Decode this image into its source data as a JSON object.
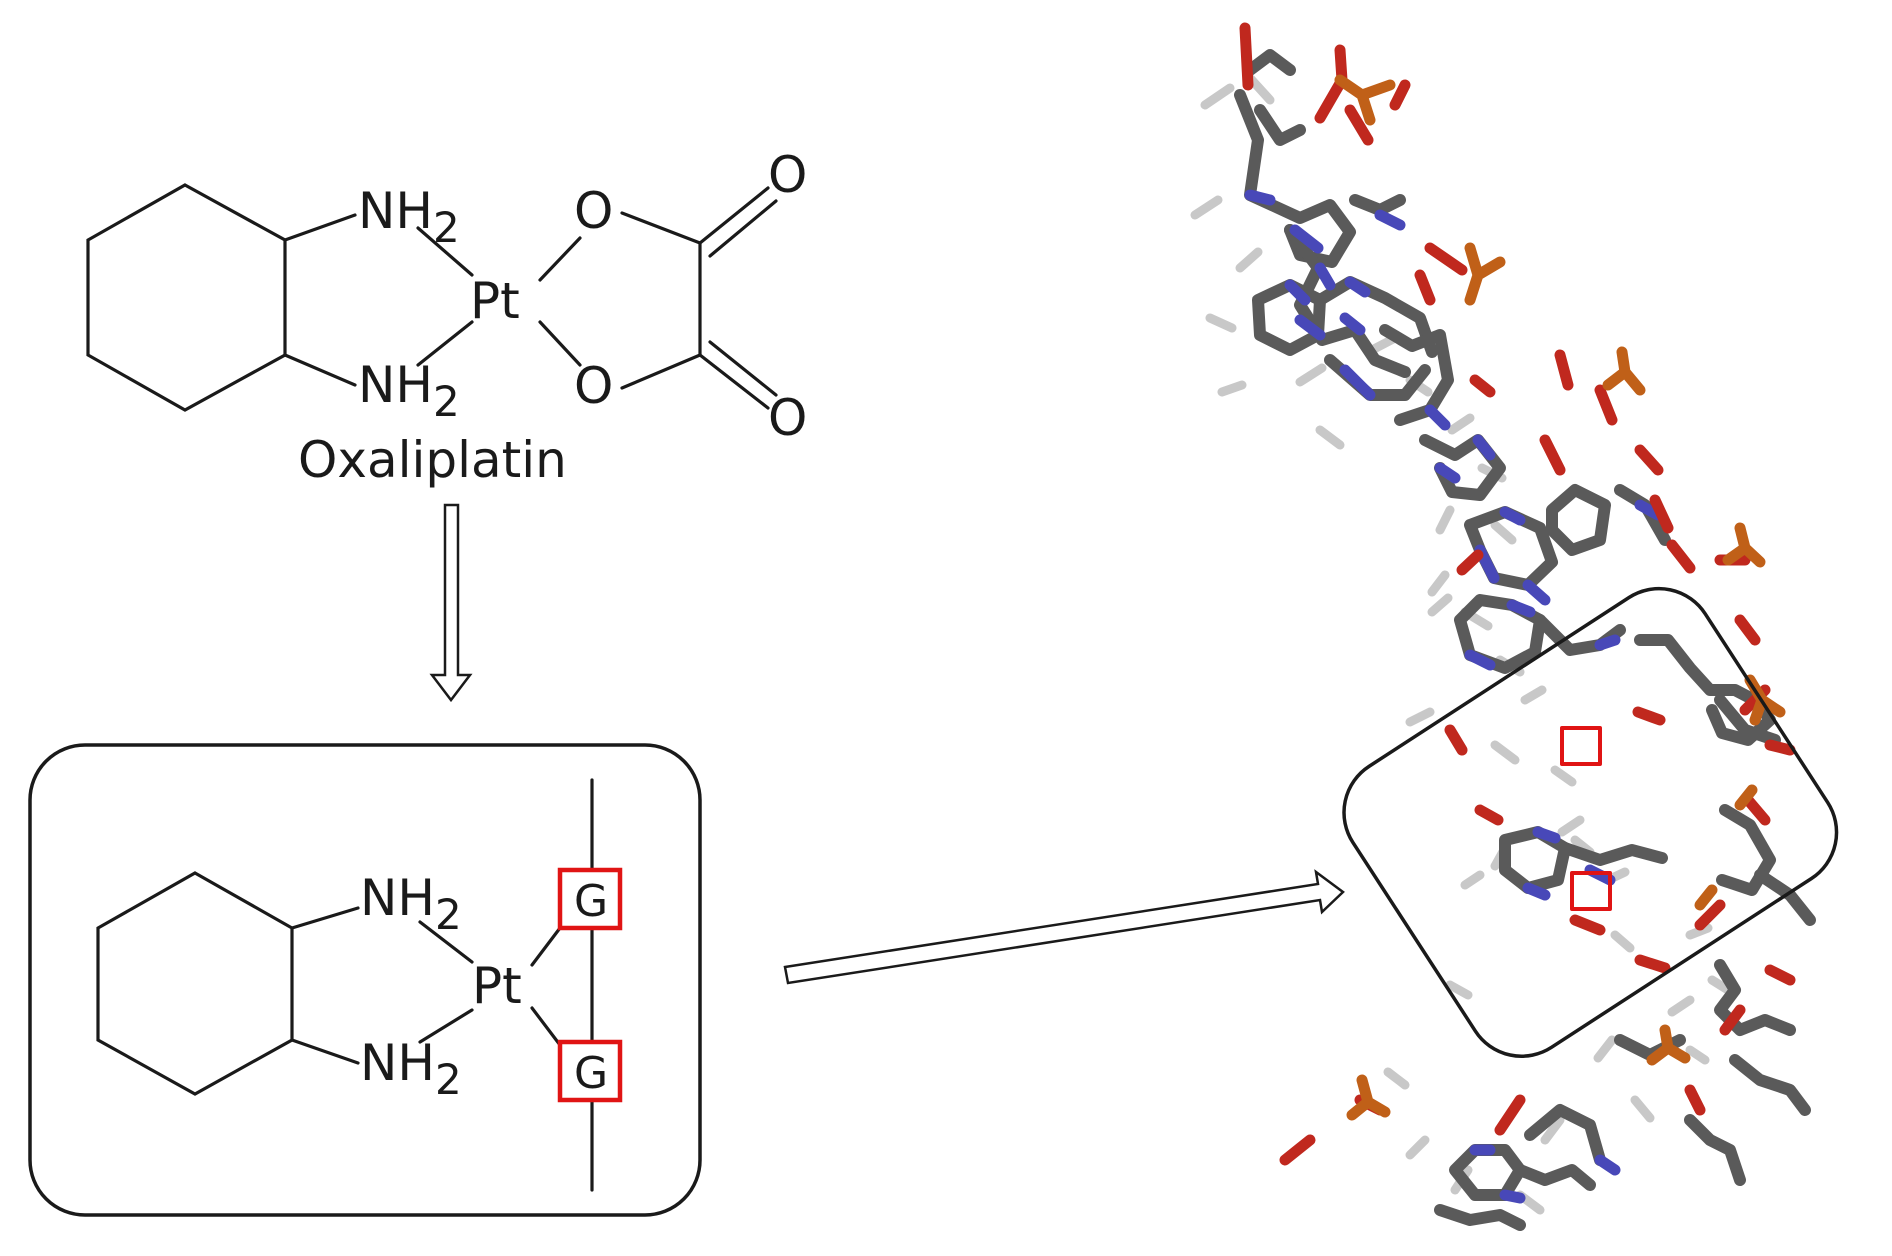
{
  "top_molecule": {
    "amine_top": {
      "base": "NH",
      "sub": "2"
    },
    "amine_bottom": {
      "base": "NH",
      "sub": "2"
    },
    "metal": "Pt",
    "oxygen_top": "O",
    "oxygen_bottom": "O",
    "carbonyl_top": "O",
    "carbonyl_bottom": "O",
    "name": "Oxaliplatin"
  },
  "adduct": {
    "amine_top": {
      "base": "NH",
      "sub": "2"
    },
    "amine_bottom": {
      "base": "NH",
      "sub": "2"
    },
    "metal": "Pt",
    "base_top": "G",
    "base_bottom": "G"
  },
  "colors": {
    "line": "#1a1a1a",
    "highlight_box": "#e01414",
    "carbon": "#5a5a5a",
    "hydrogen": "#c8c8c8",
    "nitrogen": "#4848b8",
    "oxygen": "#c0281e",
    "phosphorus": "#c06018"
  },
  "icons": [
    "down-hollow-arrow-icon",
    "right-hollow-arrow-icon"
  ]
}
